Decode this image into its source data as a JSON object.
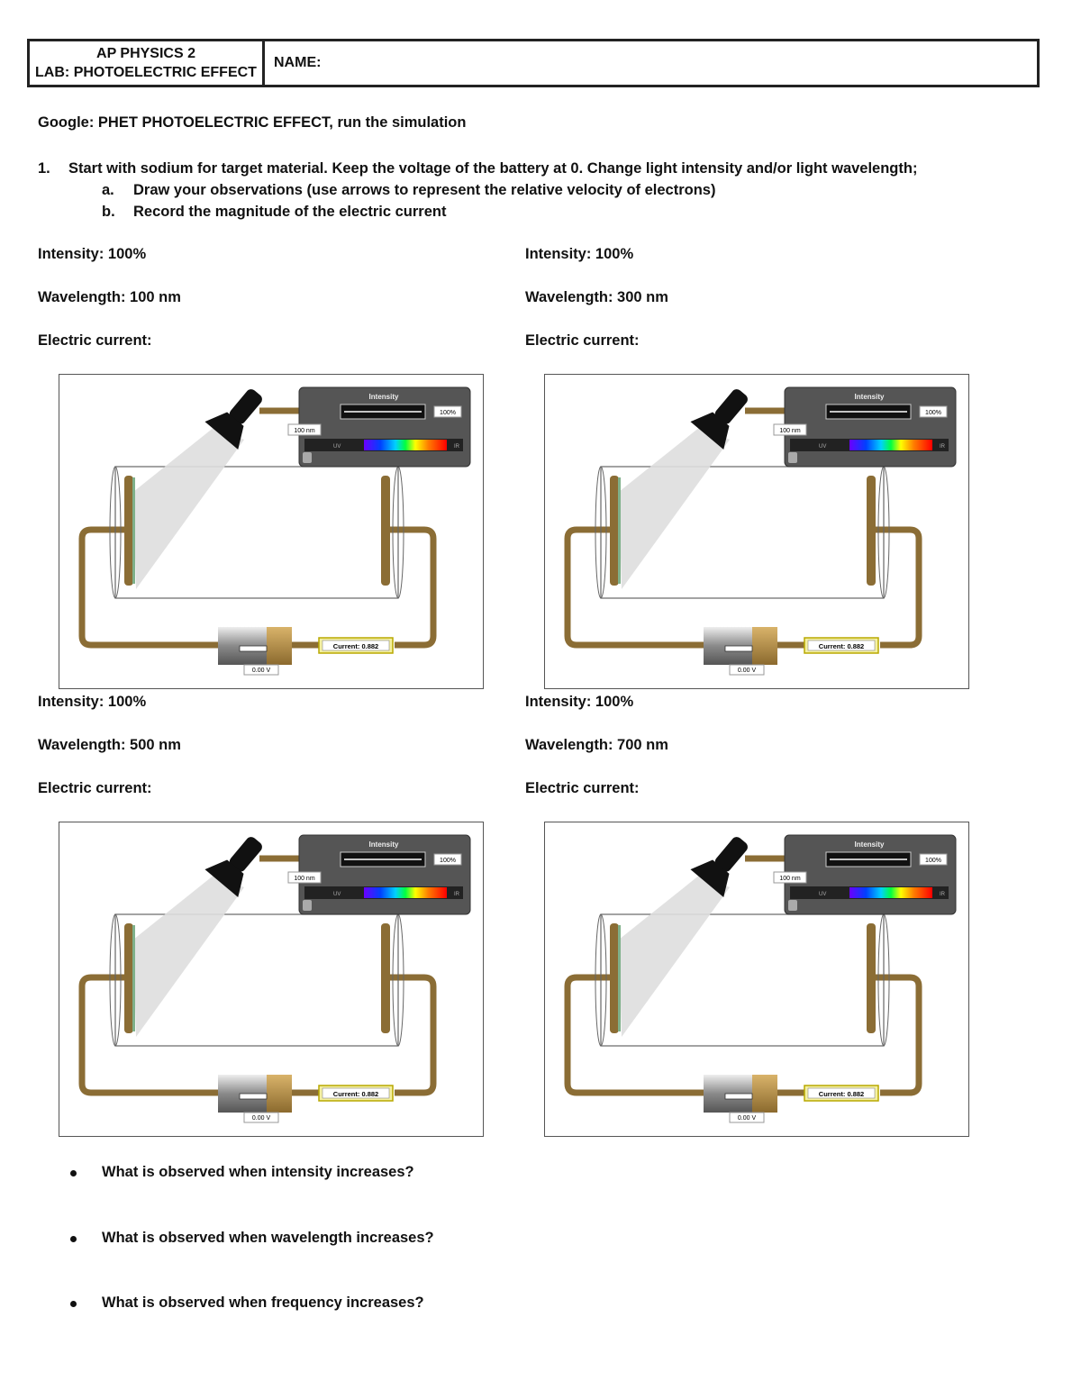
{
  "header": {
    "course": "AP PHYSICS 2",
    "lab": "LAB: PHOTOELECTRIC EFFECT",
    "name_label": "NAME:"
  },
  "intro": "Google: PHET PHOTOELECTRIC EFFECT, run the simulation",
  "question1": {
    "number": "1.",
    "text": "Start with sodium for target material. Keep the voltage of the battery at 0. Change light intensity and/or light wavelength;",
    "sub_a_marker": "a.",
    "sub_a": "Draw your observations (use arrows to represent the relative velocity of electrons)",
    "sub_b_marker": "b.",
    "sub_b": "Record the magnitude of the electric current"
  },
  "trials": [
    {
      "intensity": "Intensity: 100%",
      "wavelength": "Wavelength: 100 nm",
      "current": "Electric current:"
    },
    {
      "intensity": "Intensity: 100%",
      "wavelength": "Wavelength: 300 nm",
      "current": "Electric current:"
    },
    {
      "intensity": "Intensity: 100%",
      "wavelength": "Wavelength: 500 nm",
      "current": "Electric current:"
    },
    {
      "intensity": "Intensity: 100%",
      "wavelength": "Wavelength: 700 nm",
      "current": "Electric current:"
    }
  ],
  "sim": {
    "panel_title": "Intensity",
    "intensity_value": "100%",
    "wavelength_value": "100 nm",
    "uv_label": "UV",
    "ir_label": "IR",
    "current_readout": "Current:  0.882",
    "voltage_readout": "0.00 V",
    "colors": {
      "wire": "#8b6d35",
      "panel": "#555555",
      "plate": "#4a6b3a",
      "beam": "#dedede"
    }
  },
  "questions": [
    "What is observed when intensity increases?",
    "What is observed when wavelength increases?",
    "What is observed when frequency increases?"
  ]
}
